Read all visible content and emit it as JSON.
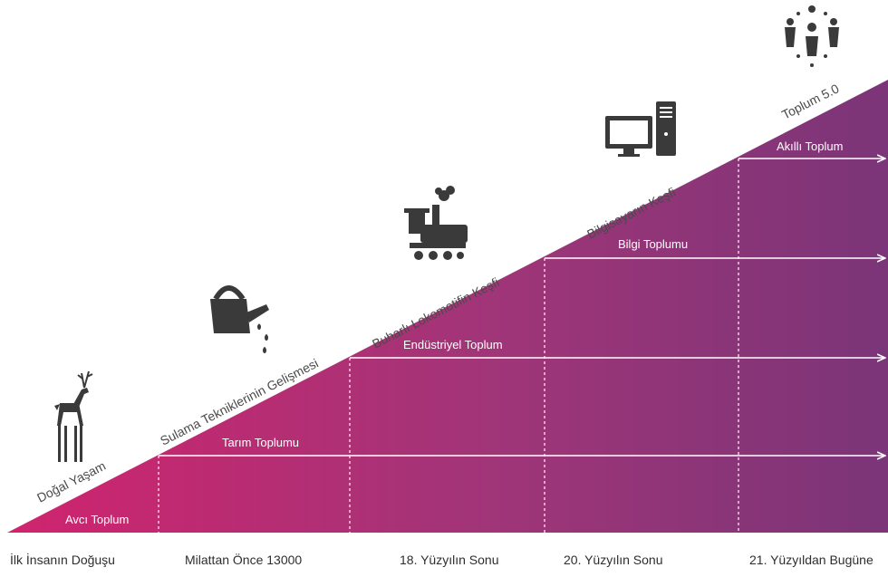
{
  "society_levels": [
    {
      "label": "Avcı Toplum"
    },
    {
      "label": "Tarım Toplumu"
    },
    {
      "label": "Endüstriyel Toplum"
    },
    {
      "label": "Bilgi Toplumu"
    },
    {
      "label": "Akıllı Toplum"
    }
  ],
  "milestones": [
    {
      "label": "Doğal Yaşam",
      "icon": "deer-icon"
    },
    {
      "label": "Sulama Tekniklerinin Gelişmesi",
      "icon": "watering-can-icon"
    },
    {
      "label": "Buharlı Lokomotifin Keşfi",
      "icon": "steam-locomotive-icon"
    },
    {
      "label": "Bilgisayarın Keşfi",
      "icon": "computer-icon"
    },
    {
      "label": "Toplum 5.0",
      "icon": "people-network-icon"
    }
  ],
  "periods": [
    {
      "label": "İlk İnsanın Doğuşu"
    },
    {
      "label": "Milattan Önce 13000"
    },
    {
      "label": "18. Yüzyılın Sonu"
    },
    {
      "label": "20. Yüzyılın Sonu"
    },
    {
      "label": "21. Yüzyıldan Bugüne"
    }
  ],
  "colors": {
    "gradient_start": "#d0246e",
    "gradient_end": "#7b3578",
    "text_dark": "#3a3a3a"
  }
}
